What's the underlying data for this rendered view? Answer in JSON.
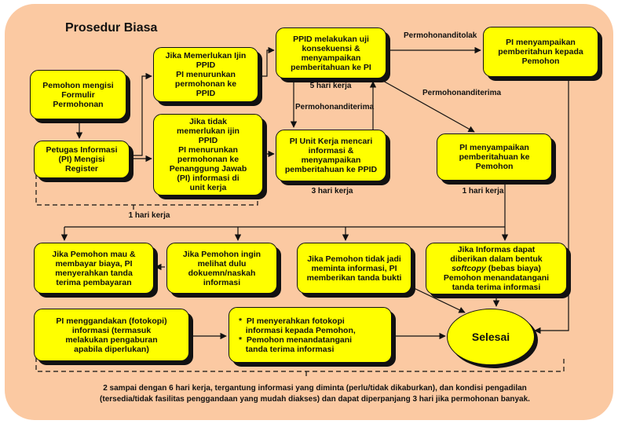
{
  "title": "Prosedur Biasa",
  "boxes": {
    "pemohon": [
      "Pemohon mengisi",
      "Formulir",
      "Permohonan"
    ],
    "petugas": [
      "Petugas Informasi",
      "(PI) Mengisi",
      "Register"
    ],
    "ijin": [
      "Jika Memerlukan Ijin",
      "PPID",
      "PI menurunkan",
      "permohonan ke",
      "PPID"
    ],
    "tidak_ijin": [
      "Jika tidak",
      "memerlukan ijin",
      "PPID",
      "PI menurunkan",
      "permohonan ke",
      "Penanggung Jawab",
      "(PI) informasi di",
      "unit kerja"
    ],
    "ppid": [
      "PPID melakukan uji",
      "konsekuensi &",
      "menyampaikan",
      "pemberitahuan ke PI"
    ],
    "unit": [
      "PI Unit Kerja mencari",
      "informasi &",
      "menyampaikan",
      "pemberitahuan ke PPID"
    ],
    "tolak": [
      "PI menyampaikan",
      "pemberitahun kepada",
      "Pemohon"
    ],
    "terima": [
      "PI menyampaikan",
      "pemberitahuan ke",
      "Pemohon"
    ],
    "bayar": [
      "Jika Pemohon mau &",
      "membayar biaya, PI",
      "menyerahkan tanda",
      "terima pembayaran"
    ],
    "lihat": [
      "Jika Pemohon ingin",
      "melihat dulu",
      "dokuemn/naskah",
      "informasi"
    ],
    "tidak_jadi": [
      "Jika Pemohon tidak jadi",
      "meminta informasi, PI",
      "memberikan tanda bukti"
    ],
    "softcopy": [
      "Jika Informas dapat",
      "diberikan dalam bentuk",
      "softcopy (bebas biaya)",
      "Pemohon menandatangani",
      "tanda terima informasi"
    ],
    "fotokopi": [
      "PI menggandakan (fotokopi)",
      "informasi (termasuk",
      "melakukan pengaburan",
      "apabila diperlukan)"
    ],
    "serah": [
      "*  PI menyerahkan fotokopi",
      "   informasi kepada Pemohon,",
      "*  Pemohon menandatangani",
      "   tanda terima informasi"
    ],
    "selesai": "Selesai"
  },
  "labels": {
    "ditolak": [
      "Permohonan",
      "ditolak"
    ],
    "diterima_right": [
      "Permohonan",
      "diterima"
    ],
    "diterima_mid": [
      "Permohonan",
      "diterima"
    ],
    "hari5": "5 hari kerja",
    "hari3": "3 hari kerja",
    "hari1_right": "1 hari kerja",
    "hari1_left": "1 hari kerja"
  },
  "footer": [
    "2 sampai dengan 6 hari kerja, tergantung informasi yang diminta (perlu/tidak dikaburkan), dan kondisi pengadilan",
    "(tersedia/tidak fasilitas penggandaan yang mudah diakses) dan dapat diperpanjang 3 hari jika permohonan banyak."
  ]
}
